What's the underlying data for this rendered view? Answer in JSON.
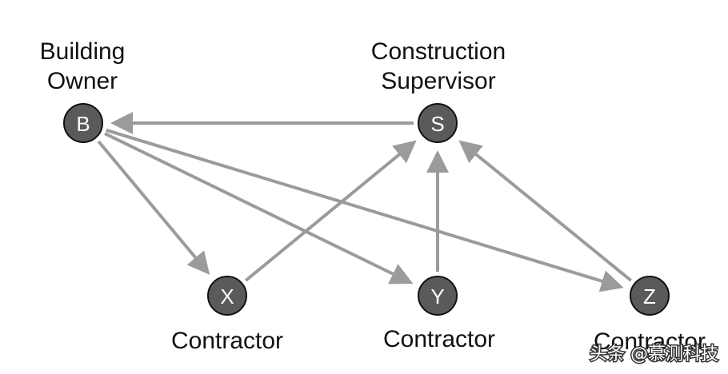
{
  "nodes": {
    "B": {
      "letter": "B",
      "label_lines": [
        "Building",
        "Owner"
      ]
    },
    "S": {
      "letter": "S",
      "label_lines": [
        "Construction",
        "Supervisor"
      ]
    },
    "X": {
      "letter": "X",
      "label_lines": [
        "Contractor"
      ]
    },
    "Y": {
      "letter": "Y",
      "label_lines": [
        "Contractor"
      ]
    },
    "Z": {
      "letter": "Z",
      "label_lines": [
        "Contractor"
      ]
    }
  },
  "edges": [
    {
      "from": "S",
      "to": "B"
    },
    {
      "from": "B",
      "to": "X"
    },
    {
      "from": "B",
      "to": "Y"
    },
    {
      "from": "B",
      "to": "Z"
    },
    {
      "from": "X",
      "to": "S"
    },
    {
      "from": "Y",
      "to": "S"
    },
    {
      "from": "Z",
      "to": "S"
    }
  ],
  "colors": {
    "edge": "#9b9b9b",
    "node_fill": "#5a5a5a",
    "node_stroke": "#111111",
    "node_text": "#ffffff",
    "label_text": "#111111"
  },
  "watermark": {
    "text": "头条 @慕测科技"
  }
}
